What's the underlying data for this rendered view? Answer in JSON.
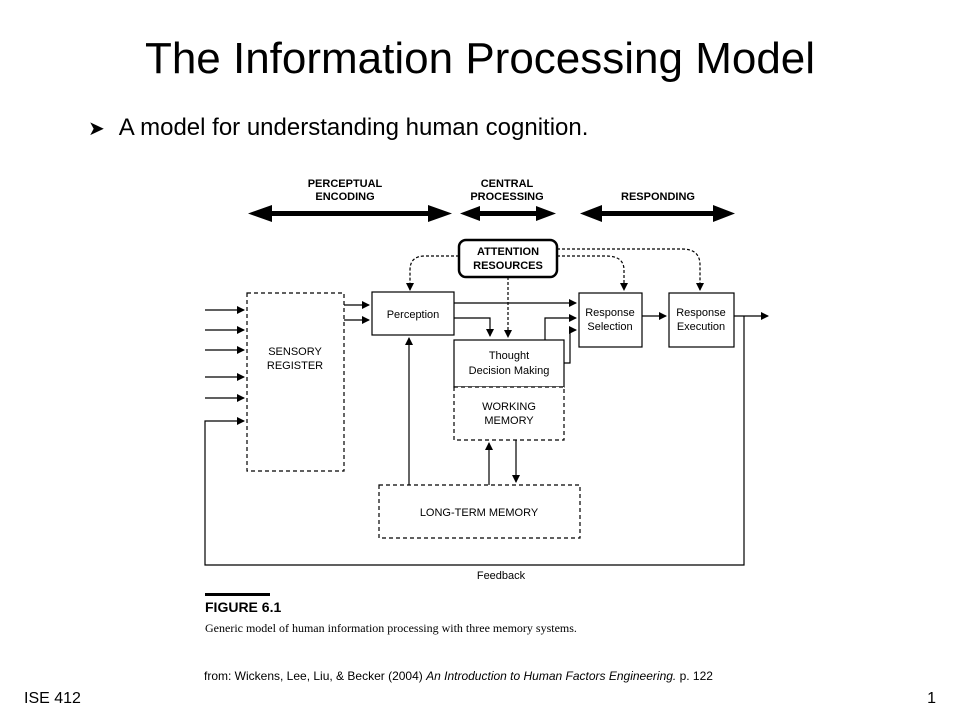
{
  "slide": {
    "title": "The Information Processing Model",
    "bullet": "A model for understanding human cognition.",
    "footer_course": "ISE 412",
    "page_number": "1"
  },
  "figure": {
    "stages": {
      "perceptual_line1": "PERCEPTUAL",
      "perceptual_line2": "ENCODING",
      "central_line1": "CENTRAL",
      "central_line2": "PROCESSING",
      "responding": "RESPONDING"
    },
    "attention_line1": "ATTENTION",
    "attention_line2": "RESOURCES",
    "sensory_line1": "SENSORY",
    "sensory_line2": "REGISTER",
    "perception": "Perception",
    "thought_line1": "Thought",
    "thought_line2": "Decision Making",
    "working_line1": "WORKING",
    "working_line2": "MEMORY",
    "response_selection_line1": "Response",
    "response_selection_line2": "Selection",
    "response_execution_line1": "Response",
    "response_execution_line2": "Execution",
    "long_term_memory": "LONG-TERM MEMORY",
    "feedback": "Feedback",
    "figure_number": "FIGURE 6.1",
    "caption": "Generic model of human information processing with three memory systems."
  },
  "citation": {
    "prefix": "from:  Wickens, Lee, Liu, & Becker (2004)",
    "book": "An Introduction to Human Factors Engineering.",
    "page": " p. 122"
  }
}
